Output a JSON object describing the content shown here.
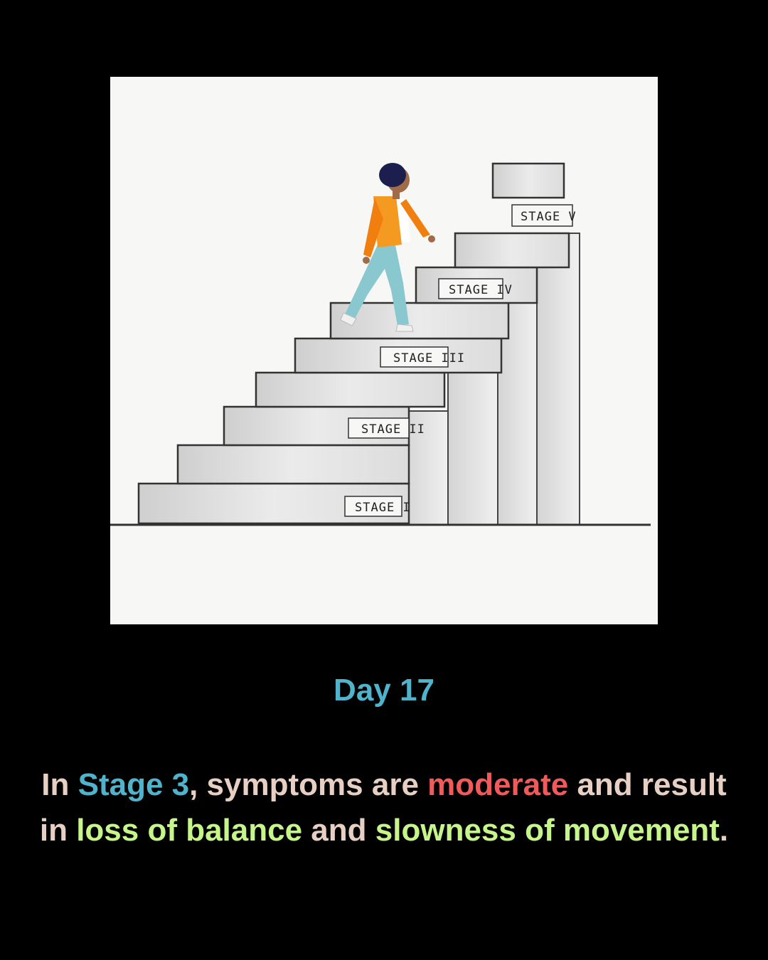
{
  "colors": {
    "background": "#000000",
    "accent_blue": "#4fb3cc",
    "accent_red": "#f05a5a",
    "accent_green": "#c6f58a",
    "base_text": "#e8cfc4"
  },
  "illustration": {
    "stage_labels": [
      "STAGE I",
      "STAGE II",
      "STAGE III",
      "STAGE IV",
      "STAGE V"
    ]
  },
  "day_title": "Day 17",
  "caption": {
    "line1": [
      {
        "text": "In ",
        "style": "base"
      },
      {
        "text": "Stage 3",
        "style": "blue"
      },
      {
        "text": ", symptoms are ",
        "style": "base"
      },
      {
        "text": "moderate",
        "style": "red"
      },
      {
        "text": " and result",
        "style": "base"
      }
    ],
    "line2": [
      {
        "text": "in ",
        "style": "base"
      },
      {
        "text": "loss of balance",
        "style": "green"
      },
      {
        "text": " and ",
        "style": "base"
      },
      {
        "text": "slowness of movement",
        "style": "green"
      },
      {
        "text": ".",
        "style": "base"
      }
    ]
  }
}
